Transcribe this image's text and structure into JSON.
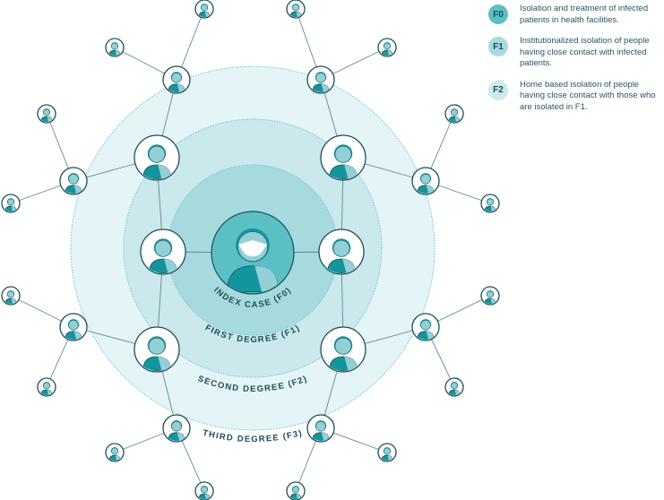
{
  "diagram": {
    "labels": {
      "index": "INDEX CASE (F0)",
      "first": "FIRST DEGREE (F1)",
      "second": "SECOND DEGREE (F2)",
      "third": "THIRD DEGREE (F3)"
    }
  },
  "legend": [
    {
      "code": "F0",
      "text": "Isolation and treatment of infected patients in health facilities.",
      "color": "#5bbfc6"
    },
    {
      "code": "F1",
      "text": "Institutionalized isolation of people having close contact with infected patients.",
      "color": "#a7dbe0"
    },
    {
      "code": "F2",
      "text": "Home based isolation of people having close contact with those who are isolated in F1.",
      "color": "#cfeaee"
    }
  ],
  "colors": {
    "ring_f1": "#a6dade",
    "ring_f2": "#cbe8ec",
    "ring_f3": "#e5f4f6",
    "dark_teal": "#13959e",
    "light_teal": "#93d0d5",
    "outline": "#1d4e57"
  }
}
